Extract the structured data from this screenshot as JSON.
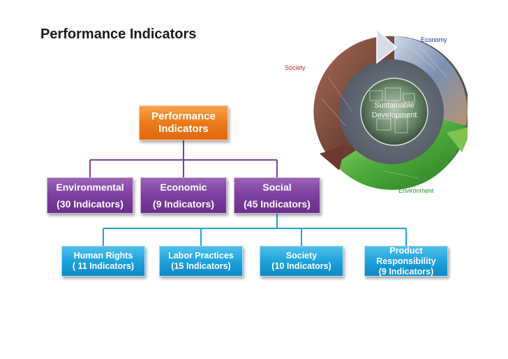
{
  "title": "Performance Indicators",
  "root": {
    "line1": "Performance",
    "line2": "Indicators"
  },
  "categories": [
    {
      "line1": "Environmental",
      "line2": "(30 Indicators)"
    },
    {
      "line1": "Economic",
      "line2": "(9 Indicators)"
    },
    {
      "line1": "Social",
      "line2": "(45 Indicators)"
    }
  ],
  "social_subcategories": [
    {
      "lines": [
        "Human Rights",
        "( 11 Indicators)"
      ]
    },
    {
      "lines": [
        "Labor Practices",
        "(15 Indicators)"
      ]
    },
    {
      "lines": [
        "Society",
        "(10 Indicators)"
      ]
    },
    {
      "lines": [
        "Product",
        "Responsibility",
        "(9 Indicators)"
      ]
    }
  ],
  "cycle": {
    "economy": "Economy",
    "society": "Society",
    "environment": "Environment",
    "center_line1": "Sustainable",
    "center_line2": "Development"
  },
  "colors": {
    "root": "#ec7a1a",
    "category": "#7b3f9e",
    "subcategory": "#1ea2dc",
    "connector_purple": "#7b3f9e",
    "connector_blue": "#1ea2dc",
    "economy_label": "#1a2f8a",
    "society_label": "#c0202a",
    "environment_label": "#2e8a2e"
  }
}
